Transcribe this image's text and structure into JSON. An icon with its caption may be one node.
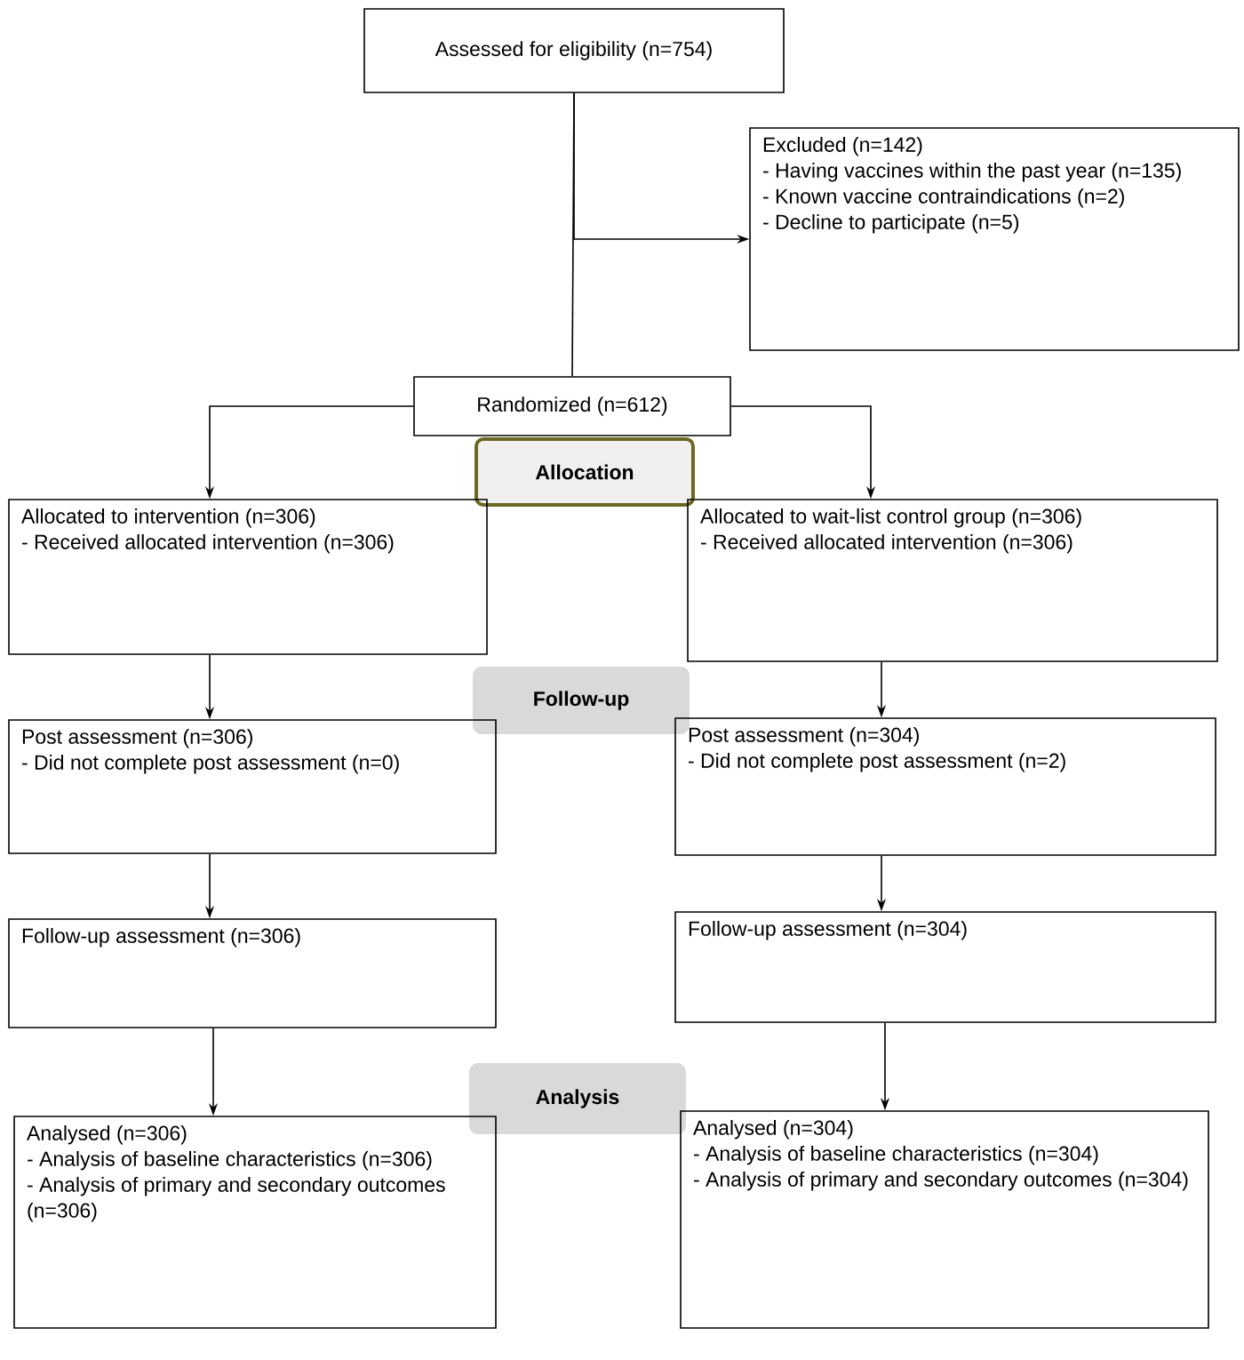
{
  "diagram": {
    "nodes": [
      {
        "text": [
          "Assessed for eligibility (n=754)"
        ]
      },
      {
        "text": [
          "Excluded (n=142)",
          "- Having vaccines within the past year (n=135)",
          "- Known vaccine contraindications (n=2)",
          "- Decline to participate (n=5)"
        ]
      },
      {
        "text": [
          "Randomized (n=612)"
        ]
      },
      {
        "text": [
          "Allocation"
        ]
      },
      {
        "text": [
          "Allocated to intervention (n=306)",
          "- Received allocated intervention (n=306)"
        ]
      },
      {
        "text": [
          "Allocated to wait-list control group (n=306)",
          "- Received allocated intervention (n=306)"
        ]
      },
      {
        "text": [
          "Follow-up"
        ]
      },
      {
        "text": [
          "Post assessment (n=306)",
          "- Did not complete post assessment (n=0)"
        ]
      },
      {
        "text": [
          "Post assessment (n=304)",
          "- Did not complete post assessment (n=2)"
        ]
      },
      {
        "text": [
          "Follow-up assessment (n=306)"
        ]
      },
      {
        "text": [
          "Follow-up assessment (n=304)"
        ]
      },
      {
        "text": [
          "Analysis"
        ]
      },
      {
        "text": [
          "Analysed (n=306)",
          "- Analysis of baseline characteristics (n=306)",
          "- Analysis of primary and secondary outcomes (n=306)"
        ]
      },
      {
        "text": [
          "Analysed (n=304)",
          "- Analysis of baseline characteristics (n=304)",
          "- Analysis of primary and secondary outcomes (n=304)"
        ]
      }
    ],
    "edges": [
      {
        "from": 0,
        "to": 2,
        "arrow": "none"
      },
      {
        "from": 0,
        "to": 1,
        "arrow": "to"
      },
      {
        "from": 2,
        "to": 4,
        "arrow": "to"
      },
      {
        "from": 2,
        "to": 5,
        "arrow": "to"
      },
      {
        "from": 4,
        "to": 7,
        "arrow": "to"
      },
      {
        "from": 7,
        "to": 9,
        "arrow": "to"
      },
      {
        "from": 9,
        "to": 12,
        "arrow": "to"
      },
      {
        "from": 5,
        "to": 8,
        "arrow": "to"
      },
      {
        "from": 8,
        "to": 10,
        "arrow": "to"
      },
      {
        "from": 10,
        "to": 13,
        "arrow": "to"
      }
    ]
  }
}
